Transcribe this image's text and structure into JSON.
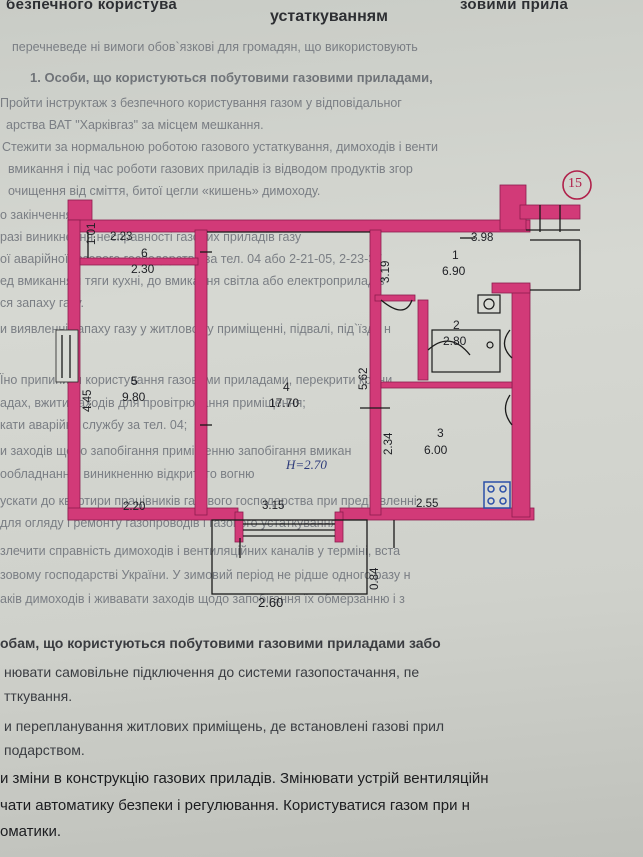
{
  "page_header": {
    "title_left": "безпечного користува",
    "title_right": "зовими прила",
    "subtitle": "устаткуванням"
  },
  "faint_lines": [
    "перечневеде ні вимоги обов`язкові для громадян, що використовують",
    "1. Особи, що користуються побутовими газовими приладами,",
    "Пройти інструктаж з безпечного користування газом у відповідальног",
    "арства ВАТ \"Харківгаз\" за місцем мешкання.",
    "Стежити за нормальною роботою газового устаткування, димоходів і венти",
    "вмикання і під час роботи газових приладів із відводом продуктів згор",
    "очищення від сміття, битої цегли «кишень» димоходу.",
    "о закінчення",
    "разі виникнення несправності газових приладів газу",
    "ої аварійної газового господарства за тел. 04 або 2-21-05, 2-23-37",
    "ед вмиканням тяги кухні, до вмикання світла або електроприладів",
    "ся запаху газу.",
    "и виявленні запаху газу у житловому приміщенні, підвалі, під`їзді, н",
    "Їно припинити користування газовими приладами, перекрити крани",
    "адах, вжити заходів для провітрювання приміщення;",
    "кати аварійну службу за тел. 04;",
    "и заходів щодо запобігання приміщенню запобігання вмикан",
    "ообладнання, виникненню відкритого вогню",
    "ускати до квартири працівників газового господарства при пред`явленні",
    "для огляду і ремонту газопроводів і газового устаткування",
    "злечити справність димоходів і вентиляційних каналів у терміні, вста",
    "зовому господарстві України. У зимовий період не рідше одного разу н",
    "аків димоходів і живавати заходів щодо запобігання їх обмерзанню і з"
  ],
  "section_heading": "обам, що користуються побутовими газовими приладами забо",
  "body_lines": [
    "нювати самовільне підключення до системи газопостачання, пе",
    "тткування.",
    "и перепланування житлових приміщень, де встановлені газові прил",
    "подарством."
  ],
  "dark_lines": [
    "и зміни в конструкцію газових приладів. Змінювати устрій вентиляційн",
    "чати автоматику безпеки і регулювання. Користуватися газом при н",
    "оматики."
  ],
  "floor_plan": {
    "plan_number": "15",
    "ceiling_height": "H=2.70",
    "rooms": [
      {
        "num": "6",
        "area": "2.30"
      },
      {
        "num": "5",
        "area": "9.80"
      },
      {
        "num": "4",
        "area": "17.70"
      },
      {
        "num": "1",
        "area": "6.90"
      },
      {
        "num": "2",
        "area": "2.80"
      },
      {
        "num": "3",
        "area": "6.00"
      }
    ],
    "dimensions": [
      "2.23",
      "1.01",
      "3.98",
      "3.19",
      "5.62",
      "4.45",
      "2.34",
      "2.20",
      "3.15",
      "2.55",
      "0.84",
      "2.60"
    ]
  },
  "colors": {
    "wall": "#d23a78",
    "wall_dark": "#b22866",
    "ink_lines": "#1a1a1a",
    "stove": "#2b4fa8"
  }
}
